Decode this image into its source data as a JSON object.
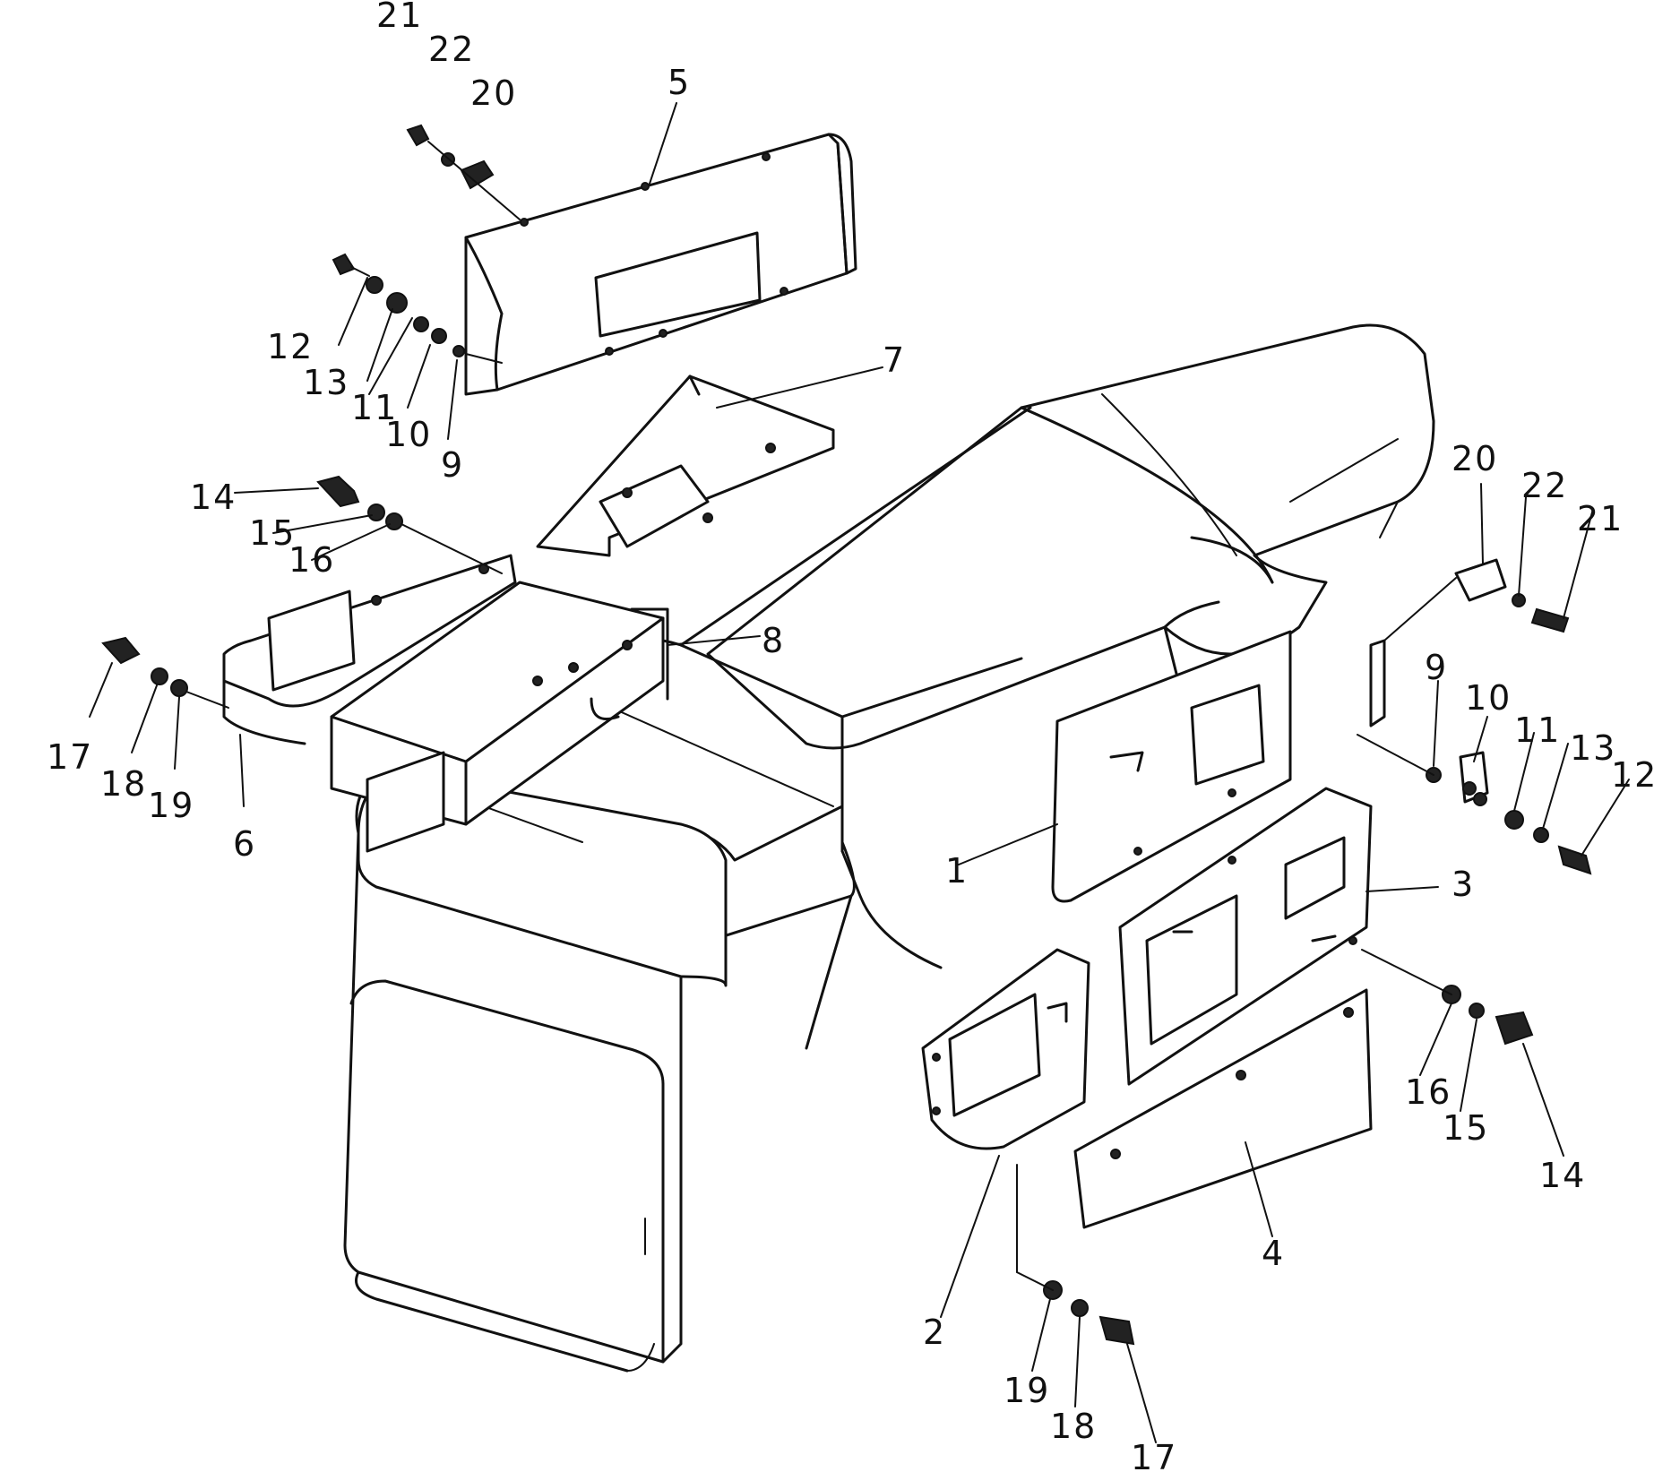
{
  "callouts": [
    {
      "id": "c21a",
      "label": "21"
    },
    {
      "id": "c22a",
      "label": "22"
    },
    {
      "id": "c20a",
      "label": "20"
    },
    {
      "id": "c5",
      "label": "5"
    },
    {
      "id": "c12a",
      "label": "12"
    },
    {
      "id": "c13a",
      "label": "13"
    },
    {
      "id": "c11a",
      "label": "11"
    },
    {
      "id": "c10a",
      "label": "10"
    },
    {
      "id": "c9a",
      "label": "9"
    },
    {
      "id": "c7",
      "label": "7"
    },
    {
      "id": "c14a",
      "label": "14"
    },
    {
      "id": "c15a",
      "label": "15"
    },
    {
      "id": "c16a",
      "label": "16"
    },
    {
      "id": "c8",
      "label": "8"
    },
    {
      "id": "c17a",
      "label": "17"
    },
    {
      "id": "c18a",
      "label": "18"
    },
    {
      "id": "c19a",
      "label": "19"
    },
    {
      "id": "c6",
      "label": "6"
    },
    {
      "id": "c20b",
      "label": "20"
    },
    {
      "id": "c22b",
      "label": "22"
    },
    {
      "id": "c21b",
      "label": "21"
    },
    {
      "id": "c9b",
      "label": "9"
    },
    {
      "id": "c10b",
      "label": "10"
    },
    {
      "id": "c11b",
      "label": "11"
    },
    {
      "id": "c13b",
      "label": "13"
    },
    {
      "id": "c12b",
      "label": "12"
    },
    {
      "id": "c1",
      "label": "1"
    },
    {
      "id": "c3",
      "label": "3"
    },
    {
      "id": "c16b",
      "label": "16"
    },
    {
      "id": "c15b",
      "label": "15"
    },
    {
      "id": "c14b",
      "label": "14"
    },
    {
      "id": "c4",
      "label": "4"
    },
    {
      "id": "c2",
      "label": "2"
    },
    {
      "id": "c19b",
      "label": "19"
    },
    {
      "id": "c18b",
      "label": "18"
    },
    {
      "id": "c17b",
      "label": "17"
    }
  ]
}
